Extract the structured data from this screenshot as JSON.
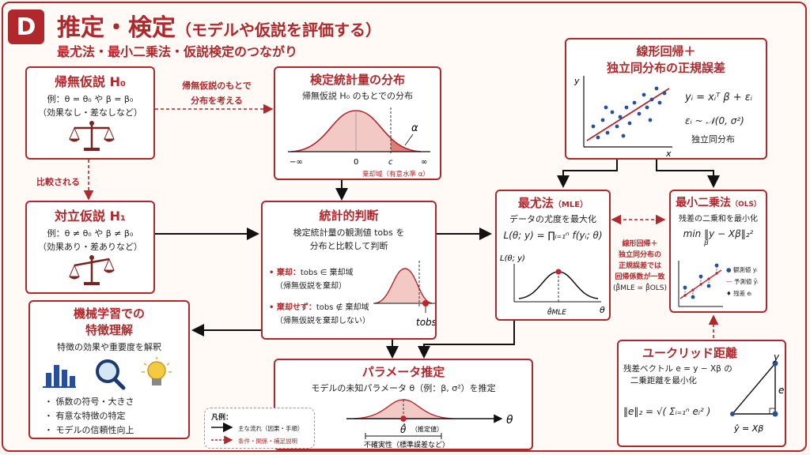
{
  "header": {
    "badge": "D",
    "title": "推定・検定",
    "title_sub": "（モデルや仮説を評価する）",
    "subtitle": "最尤法・最小二乗法・仮説検定のつながり"
  },
  "h0": {
    "title": "帰無仮説 H₀",
    "example": "例：θ = θ₀ や β = β₀",
    "note": "（効果なし・差なしなど）"
  },
  "h1": {
    "title": "対立仮説 H₁",
    "example": "例：θ ≠ θ₀ や β ≠ β₀",
    "note": "（効果あり・差ありなど）"
  },
  "arrows": {
    "under_h0": "帰無仮説のもとで",
    "consider_dist": "分布を考える",
    "compared": "比較される"
  },
  "dist": {
    "title": "検定統計量の分布",
    "subtitle": "帰無仮説 H₀ のもとでの分布",
    "alpha": "α",
    "tick_neg_inf": "−∞",
    "tick_zero": "0",
    "tick_c": "c",
    "tick_inf": "∞",
    "reject_region": "棄却域（有意水準 α）"
  },
  "judge": {
    "title": "統計的判断",
    "line1": "検定統計量の観測値 tobs を",
    "line2": "分布と比較して判断",
    "reject_label": "棄却：",
    "reject_cond": "tobs ∈ 棄却域",
    "reject_note": "（帰無仮説を棄却）",
    "noreject_label": "棄却せず：",
    "noreject_cond": "tobs ∉ 棄却域",
    "noreject_note": "（帰無仮説を棄却しない）",
    "tobs": "tobs"
  },
  "linreg": {
    "title1": "線形回帰＋",
    "title2": "独立同分布の正規誤差",
    "eq1": "yᵢ = xᵢᵀ β + εᵢ",
    "eq2": "εᵢ ~ 𝒩(0, σ²)",
    "iid": "独立同分布",
    "axis_y": "y",
    "axis_x": "x"
  },
  "mle": {
    "title": "最尤法",
    "tag": "（MLE）",
    "desc": "データの尤度を最大化",
    "formula": "L(θ; y) = ∏ᵢ₌₁ⁿ f(yᵢ; θ)",
    "axis_y": "L(θ; y)",
    "axis_x": "θ",
    "theta_hat": "θ̂MLE"
  },
  "ols": {
    "title": "最小二乗法",
    "tag": "（OLS）",
    "desc": "残差の二乗和を最小化",
    "formula": "min ‖y − Xβ‖₂²",
    "formula_sub": "β",
    "legend_obs": "観測値 yᵢ",
    "legend_pred": "予測値 ŷᵢ",
    "legend_res": "残差 eᵢ"
  },
  "equiv": {
    "line1": "線形回帰＋",
    "line2": "独立同分布の",
    "line3": "正規誤差では",
    "line4": "回帰係数が一致",
    "line5": "(β̂MLE = β̂OLS)"
  },
  "ml": {
    "title1": "機械学習での",
    "title2": "特徴理解",
    "desc": "特徴の効果や重要度を解釈",
    "bullets": [
      "係数の符号・大きさ",
      "有意な特徴の特定",
      "モデルの信頼性向上"
    ]
  },
  "param": {
    "title": "パラメータ推定",
    "desc": "モデルの未知パラメータ θ（例：β, σ²）を推定",
    "axis": "θ",
    "theta_hat": "θ̂",
    "est": "（推定値）",
    "uncert": "不確実性（標準誤差など）"
  },
  "legend": {
    "title": "凡例：",
    "main_flow": "主な流れ（因果・手順）",
    "condition": "条件・関係・補足説明"
  },
  "euclid": {
    "title": "ユークリッド距離",
    "line1": "残差ベクトル e = y − Xβ の",
    "line2": "二乗距離を最小化",
    "formula": "‖e‖₂ = √( Σᵢ₌₁ⁿ eᵢ² )",
    "pt_y": "y",
    "pt_e": "e",
    "pt_yhat": "ŷ = Xβ"
  },
  "colors": {
    "accent": "#b0282c",
    "blue": "#2a4f9a",
    "fill": "#f3c9c5"
  }
}
